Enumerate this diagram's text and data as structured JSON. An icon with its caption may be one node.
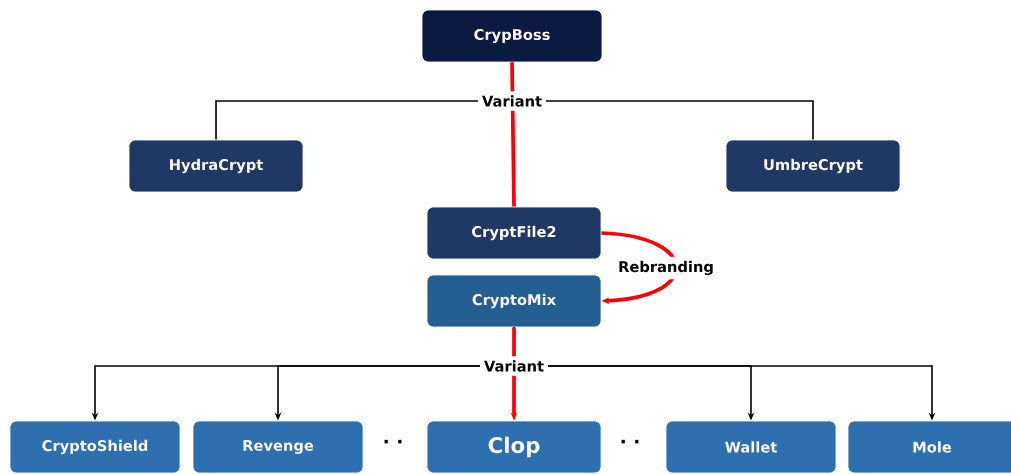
{
  "diagram": {
    "nodes": [
      {
        "text": [
          "CrypBoss"
        ]
      },
      {
        "text": [
          "HydraCrypt"
        ]
      },
      {
        "text": [
          "UmbreCrypt"
        ]
      },
      {
        "text": [
          "CryptFile2"
        ]
      },
      {
        "text": [
          "CryptoMix"
        ]
      },
      {
        "text": [
          "CryptoShield"
        ]
      },
      {
        "text": [
          "Revenge"
        ]
      },
      {
        "text": [
          "Clop"
        ]
      },
      {
        "text": [
          "Wallet"
        ]
      },
      {
        "text": [
          "Mole"
        ]
      }
    ],
    "edges": [
      {
        "from": 0,
        "to": 1,
        "arrow": "none"
      },
      {
        "from": 0,
        "to": 2,
        "arrow": "none"
      },
      {
        "from": 0,
        "to": 3,
        "arrow": "none",
        "label": "Variant",
        "style": "thick",
        "color": "#ff0000"
      },
      {
        "from": 3,
        "to": 4,
        "arrow": "to",
        "label": "Rebranding",
        "style": "thick",
        "color": "#ff0000"
      },
      {
        "from": 4,
        "to": 5,
        "arrow": "to"
      },
      {
        "from": 4,
        "to": 6,
        "arrow": "to"
      },
      {
        "from": 4,
        "to": 7,
        "arrow": "to",
        "label": "Variant",
        "style": "thick",
        "color": "#ff0000"
      },
      {
        "from": 4,
        "to": 8,
        "arrow": "to"
      },
      {
        "from": 4,
        "to": 9,
        "arrow": "to"
      }
    ],
    "labels": [
      "· ·",
      "· ·"
    ]
  }
}
